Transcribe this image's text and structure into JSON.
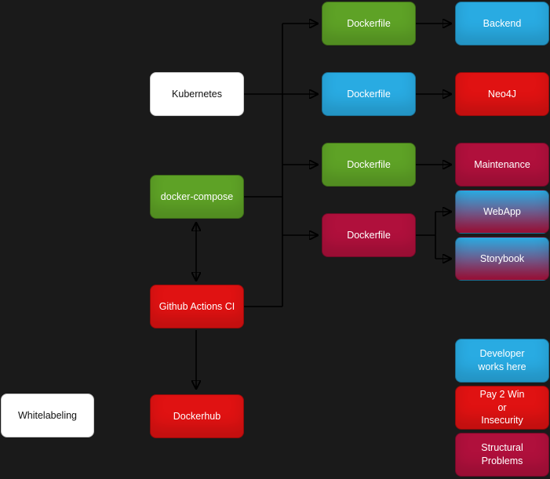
{
  "palette": {
    "background": "#1a1a1a",
    "line": "#000000",
    "green": "#5ea226",
    "blue": "#29abe2",
    "red": "#e01212",
    "crimson": "#b0103c",
    "white": "#ffffff"
  },
  "nodes": [
    {
      "id": "kubernetes",
      "label": "Kubernetes",
      "color": "white"
    },
    {
      "id": "docker-compose",
      "label": "docker-compose",
      "color": "green"
    },
    {
      "id": "github-actions-ci",
      "label": "Github Actions CI",
      "color": "red"
    },
    {
      "id": "dockerhub",
      "label": "Dockerhub",
      "color": "red"
    },
    {
      "id": "whitelabeling",
      "label": "Whitelabeling",
      "color": "white"
    },
    {
      "id": "dockerfile-backend",
      "label": "Dockerfile",
      "color": "green"
    },
    {
      "id": "dockerfile-neo4j",
      "label": "Dockerfile",
      "color": "blue"
    },
    {
      "id": "dockerfile-maintenance",
      "label": "Dockerfile",
      "color": "green"
    },
    {
      "id": "dockerfile-webapp",
      "label": "Dockerfile",
      "color": "crimson"
    },
    {
      "id": "backend",
      "label": "Backend",
      "color": "blue"
    },
    {
      "id": "neo4j",
      "label": "Neo4J",
      "color": "red"
    },
    {
      "id": "maintenance",
      "label": "Maintenance",
      "color": "crimson"
    },
    {
      "id": "webapp",
      "label": "WebApp",
      "color": "blue-to-crimson-gradient"
    },
    {
      "id": "storybook",
      "label": "Storybook",
      "color": "blue-to-crimson-gradient"
    },
    {
      "id": "legend-developer",
      "label": "Developer\nworks here",
      "color": "blue"
    },
    {
      "id": "legend-pay2win",
      "label": "Pay 2 Win\nor\nInsecurity",
      "color": "red"
    },
    {
      "id": "legend-structural",
      "label": "Structural Problems",
      "color": "crimson"
    }
  ],
  "edges": [
    {
      "from": "kubernetes",
      "to": "dockerfile-bus",
      "arrow": "none"
    },
    {
      "from": "docker-compose",
      "to": "dockerfile-bus",
      "arrow": "none"
    },
    {
      "from": "github-actions-ci",
      "to": "dockerfile-bus",
      "arrow": "none"
    },
    {
      "from": "dockerfile-bus",
      "to": "dockerfile-backend",
      "arrow": "end"
    },
    {
      "from": "dockerfile-bus",
      "to": "dockerfile-neo4j",
      "arrow": "end"
    },
    {
      "from": "dockerfile-bus",
      "to": "dockerfile-maintenance",
      "arrow": "end"
    },
    {
      "from": "dockerfile-bus",
      "to": "dockerfile-webapp",
      "arrow": "end"
    },
    {
      "from": "dockerfile-backend",
      "to": "backend",
      "arrow": "end"
    },
    {
      "from": "dockerfile-neo4j",
      "to": "neo4j",
      "arrow": "end"
    },
    {
      "from": "dockerfile-maintenance",
      "to": "maintenance",
      "arrow": "end"
    },
    {
      "from": "dockerfile-webapp",
      "to": "webapp",
      "arrow": "end"
    },
    {
      "from": "dockerfile-webapp",
      "to": "storybook",
      "arrow": "end"
    },
    {
      "from": "github-actions-ci",
      "to": "docker-compose",
      "arrow": "both"
    },
    {
      "from": "github-actions-ci",
      "to": "dockerhub",
      "arrow": "end"
    }
  ]
}
